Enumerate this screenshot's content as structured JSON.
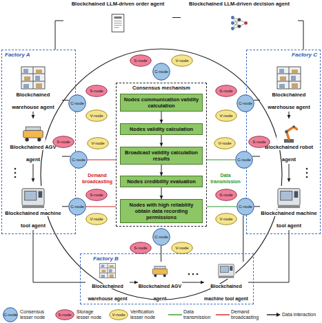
{
  "diagram": {
    "nodes": [
      {
        "text": [
          "Blockchained LLM-driven order agent"
        ]
      },
      {
        "text": [
          "Blockchained LLM-driven decision agent"
        ]
      },
      {
        "text": [
          "Factory A"
        ]
      },
      {
        "text": [
          "Blockchained warehouse agent"
        ],
        "in": 2
      },
      {
        "text": [
          "Blockchained AGV agent"
        ],
        "in": 2
      },
      {
        "text": [
          "Blockchained machine tool agent"
        ],
        "in": 2
      },
      {
        "text": [
          "Factory C"
        ]
      },
      {
        "text": [
          "Blockchained warehouse agent"
        ],
        "in": 6
      },
      {
        "text": [
          "Blockchained robot agent"
        ],
        "in": 6
      },
      {
        "text": [
          "Blockchained machine tool agent"
        ],
        "in": 6
      },
      {
        "text": [
          "Consensus mechanism"
        ]
      },
      {
        "text": [
          "Nodes communication validity calculation"
        ],
        "in": 10
      },
      {
        "text": [
          "Nodes validity calculation"
        ],
        "in": 10
      },
      {
        "text": [
          "Broadcast validity calculation results"
        ],
        "in": 10
      },
      {
        "text": [
          "Nodes credibility evaluation"
        ],
        "in": 10
      },
      {
        "text": [
          "Nodes with high reliability obtain data recording permissions"
        ],
        "in": 10
      },
      {
        "text": [
          "C-node"
        ]
      },
      {
        "text": [
          "S-node"
        ]
      },
      {
        "text": [
          "V-node"
        ]
      },
      {
        "text": [
          "C-node"
        ]
      },
      {
        "text": [
          "S-node"
        ]
      },
      {
        "text": [
          "V-node"
        ]
      },
      {
        "text": [
          "C-node"
        ]
      },
      {
        "text": [
          "S-node"
        ]
      },
      {
        "text": [
          "V-node"
        ]
      },
      {
        "text": [
          "C-node"
        ]
      },
      {
        "text": [
          "S-node"
        ]
      },
      {
        "text": [
          "V-node"
        ]
      },
      {
        "text": [
          "C-node"
        ]
      },
      {
        "text": [
          "S-node"
        ]
      },
      {
        "text": [
          "V-node"
        ]
      },
      {
        "text": [
          "C-node"
        ]
      },
      {
        "text": [
          "S-node"
        ]
      },
      {
        "text": [
          "V-node"
        ]
      },
      {
        "text": [
          "C-node"
        ]
      },
      {
        "text": [
          "S-node"
        ]
      },
      {
        "text": [
          "V-node"
        ]
      },
      {
        "text": [
          "C-node"
        ]
      },
      {
        "text": [
          "S-node"
        ]
      },
      {
        "text": [
          "V-node"
        ]
      },
      {
        "text": [
          "Factory B"
        ]
      },
      {
        "text": [
          "Blockchained warehouse agent"
        ],
        "in": 40
      },
      {
        "text": [
          "Blockchained AGV agent"
        ],
        "in": 40
      },
      {
        "text": [
          "Blockchained machine tool agent"
        ],
        "in": 40
      }
    ],
    "edges": [
      {
        "from": 0,
        "to": 1,
        "arrow": "none"
      },
      {
        "from": 0,
        "to": 2,
        "arrow": "none"
      },
      {
        "from": 1,
        "to": 6,
        "arrow": "none"
      },
      {
        "from": 3,
        "to": 4,
        "arrow": "to"
      },
      {
        "from": 4,
        "to": 5,
        "arrow": "to"
      },
      {
        "from": 7,
        "to": 8,
        "arrow": "to"
      },
      {
        "from": 8,
        "to": 9,
        "arrow": "to"
      },
      {
        "from": 11,
        "to": 12,
        "arrow": "to"
      },
      {
        "from": 12,
        "to": 13,
        "arrow": "to"
      },
      {
        "from": 13,
        "to": 14,
        "arrow": "to"
      },
      {
        "from": 14,
        "to": 15,
        "arrow": "to"
      },
      {
        "from": 41,
        "to": 42,
        "arrow": "to"
      },
      {
        "from": 42,
        "to": 43,
        "arrow": "to"
      },
      {
        "from": 5,
        "to": 41,
        "arrow": "none"
      },
      {
        "from": 9,
        "to": 43,
        "arrow": "none"
      },
      {
        "from": 3,
        "to": 19,
        "arrow": "none"
      },
      {
        "from": 4,
        "to": 25,
        "arrow": "none"
      },
      {
        "from": 5,
        "to": 31,
        "arrow": "none"
      },
      {
        "from": 7,
        "to": 22,
        "arrow": "none"
      },
      {
        "from": 8,
        "to": 28,
        "arrow": "none"
      },
      {
        "from": 9,
        "to": 34,
        "arrow": "none"
      },
      {
        "from": 42,
        "to": 37,
        "arrow": "none"
      },
      {
        "from": 43,
        "to": 34,
        "arrow": "none"
      },
      {
        "from": 25,
        "to": 10,
        "arrow": "none"
      },
      {
        "from": 31,
        "to": 10,
        "arrow": "none"
      },
      {
        "from": 28,
        "to": 10,
        "arrow": "none"
      },
      {
        "from": 34,
        "to": 10,
        "arrow": "none"
      }
    ],
    "labels": [
      "Demand broadcasting",
      "Data transmission",
      "C-node",
      "S-node",
      "V-node"
    ],
    "legend": [
      {
        "text": "Consensus lesser node",
        "color": "#9dc3e6"
      },
      {
        "text": "Storage lesser node",
        "color": "#ee7f98"
      },
      {
        "text": "Verification lesser node",
        "color": "#f6e48c"
      },
      {
        "text": "Data transmission"
      },
      {
        "text": "Demand broadcasting"
      },
      {
        "text": "Data interaction"
      }
    ]
  }
}
